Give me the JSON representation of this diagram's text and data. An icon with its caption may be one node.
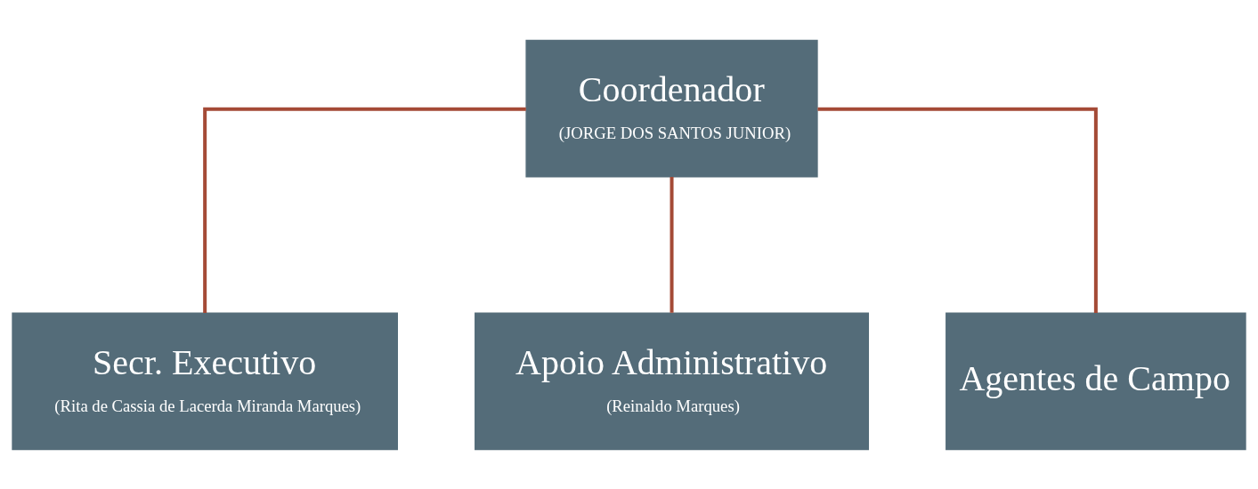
{
  "diagram": {
    "nodes": [
      {
        "text": [
          "Coordenador",
          "(JORGE DOS SANTOS JUNIOR)"
        ]
      },
      {
        "text": [
          "Secr. Executivo",
          "(Rita de Cassia de Lacerda Miranda Marques)"
        ]
      },
      {
        "text": [
          "Apoio Administrativo",
          "(Reinaldo Marques)"
        ]
      },
      {
        "text": [
          "Agentes de Campo"
        ]
      }
    ],
    "edges": [
      {
        "from": 0,
        "to": 1,
        "arrow": "none"
      },
      {
        "from": 0,
        "to": 2,
        "arrow": "none"
      },
      {
        "from": 0,
        "to": 3,
        "arrow": "none"
      }
    ]
  }
}
